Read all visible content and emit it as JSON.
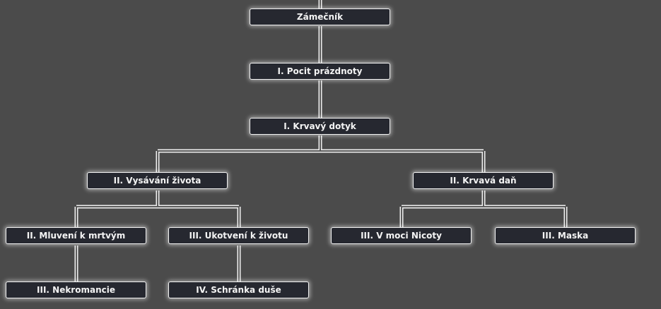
{
  "tree": {
    "root": "Zámečník",
    "n1": "I. Pocit prázdnoty",
    "n2": "I. Krvavý dotyk",
    "left": "II. Vysávání života",
    "right": "II. Krvavá daň",
    "left_a": "II. Mluvení k mrtvým",
    "left_b": "III. Ukotvení k životu",
    "right_a": "III. V moci Nicoty",
    "right_b": "III. Maska",
    "left_a_child": "III. Nekromancie",
    "left_b_child": "IV. Schránka duše"
  },
  "colors": {
    "background": "#4b4b4b",
    "node": "#262830",
    "line": "#f2f2f2"
  }
}
